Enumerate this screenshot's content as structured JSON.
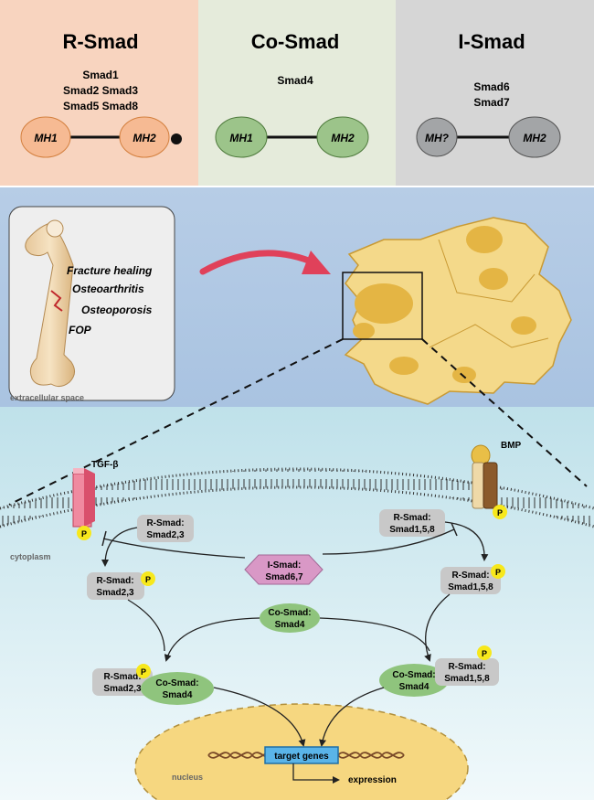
{
  "families": [
    {
      "title": "R-Smad",
      "members": [
        "Smad1",
        "Smad2 Smad3",
        "Smad5 Smad8"
      ],
      "domains": [
        "MH1",
        "MH2"
      ],
      "color": "#f8d4bf",
      "node_fill": "#f6ba93"
    },
    {
      "title": "Co-Smad",
      "members": [
        "Smad4"
      ],
      "domains": [
        "MH1",
        "MH2"
      ],
      "color": "#e5ebdb",
      "node_fill": "#9cc48a"
    },
    {
      "title": "I-Smad",
      "members": [
        "Smad6",
        "Smad7"
      ],
      "domains": [
        "MH?",
        "MH2"
      ],
      "color": "#d6d6d6",
      "node_fill": "#a3a5a7"
    }
  ],
  "diseases": [
    "Fracture healing",
    "Osteoarthritis",
    "Osteoporosis",
    "FOP"
  ],
  "labels": {
    "extracellular": "extracellular space",
    "cytoplasm": "cytoplasm",
    "nucleus": "nucleus",
    "tgf": "TGF-β",
    "bmp": "BMP",
    "phospho": "P",
    "target_genes": "target genes",
    "expression": "expression"
  },
  "pathway": {
    "r_smad_tgf": [
      "R-Smad:",
      "Smad2,3"
    ],
    "r_smad_bmp": [
      "R-Smad:",
      "Smad1,5,8"
    ],
    "i_smad": [
      "I-Smad:",
      "Smad6,7"
    ],
    "co_smad": [
      "Co-Smad:",
      "Smad4"
    ]
  },
  "colors": {
    "phospho": "#f7e81c",
    "co_smad": "#8fc47d",
    "i_smad": "#d998c6",
    "r_smad": "#c8c8c8",
    "arrow_red": "#e0415a",
    "target_box": "#5ab4e8"
  }
}
